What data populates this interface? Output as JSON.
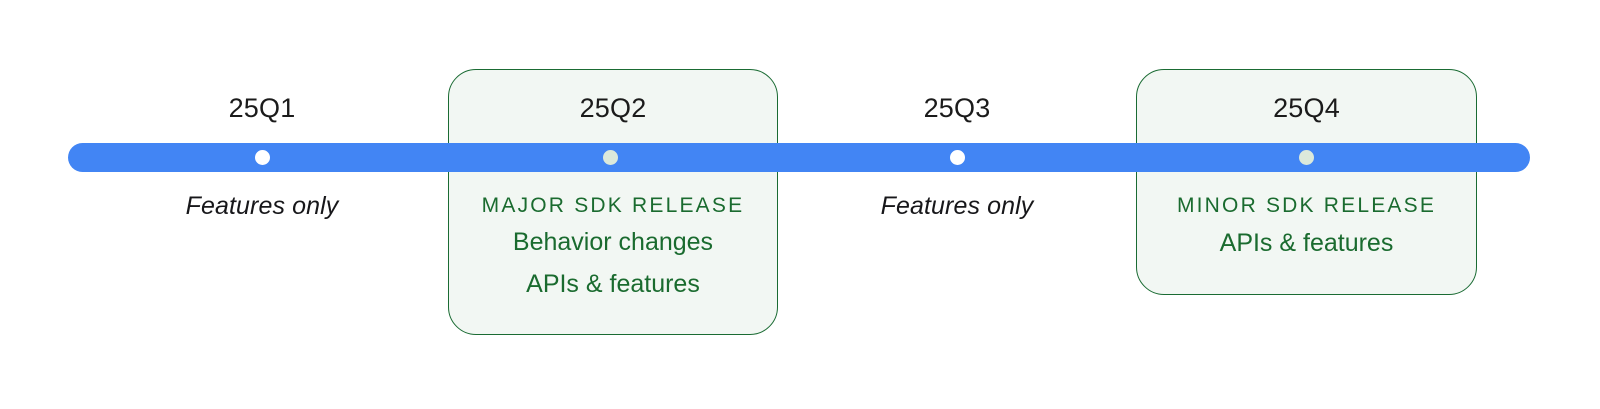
{
  "diagram": {
    "type": "release-timeline",
    "colors": {
      "track": "#4285f4",
      "card_background": "#f2f7f3",
      "card_border": "#1a6b33",
      "release_text": "#1a6b2f",
      "label_text": "#1b1b1b",
      "dot_plain": "#ffffff",
      "dot_release": "#dce9db"
    }
  },
  "quarters": [
    {
      "id": "q1",
      "label": "25Q1",
      "dot_style": "white",
      "highlighted": false,
      "note": "Features only"
    },
    {
      "id": "q2",
      "label": "25Q2",
      "dot_style": "green",
      "highlighted": true,
      "kicker": "MAJOR SDK RELEASE",
      "lines": [
        "Behavior changes",
        "APIs & features"
      ]
    },
    {
      "id": "q3",
      "label": "25Q3",
      "dot_style": "white",
      "highlighted": false,
      "note": "Features only"
    },
    {
      "id": "q4",
      "label": "25Q4",
      "dot_style": "green",
      "highlighted": true,
      "kicker": "MINOR SDK RELEASE",
      "lines": [
        "APIs & features"
      ]
    }
  ]
}
